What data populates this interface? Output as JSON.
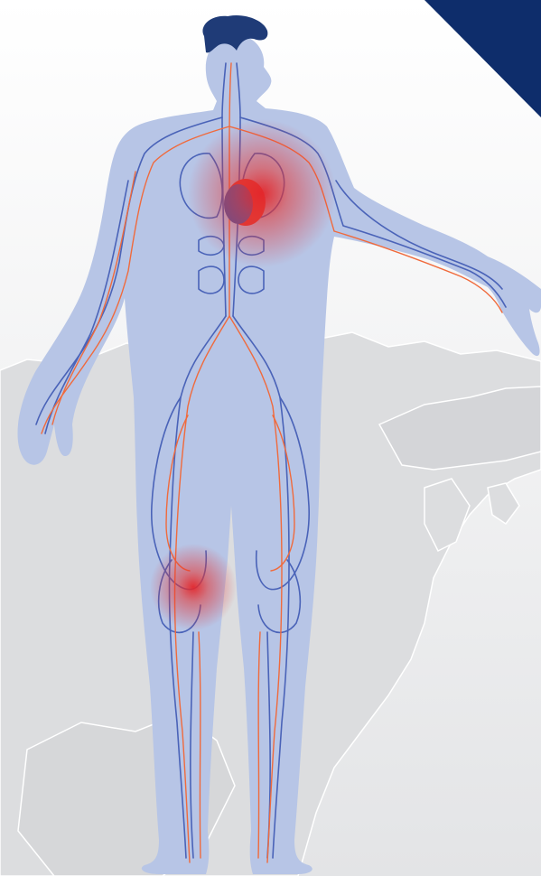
{
  "illustration": {
    "subject": "human-body-circulatory-system",
    "colors": {
      "background_top": "#ffffff",
      "background_bottom": "#e6e7e8",
      "map": "#dcdddf",
      "map_edge": "#ffffff",
      "body": "#b7c5e6",
      "veins": "#4a63b8",
      "arteries": "#f06a3c",
      "organs_outline": "#ffffff",
      "hair": "#1f3b77",
      "heart": "#e03a36",
      "heart_shadow": "#4a5aa8",
      "corner_banner": "#0e2d6b",
      "pain_glow": "#e3262b"
    },
    "pain_spots": [
      "chest-heart",
      "right-knee"
    ]
  }
}
